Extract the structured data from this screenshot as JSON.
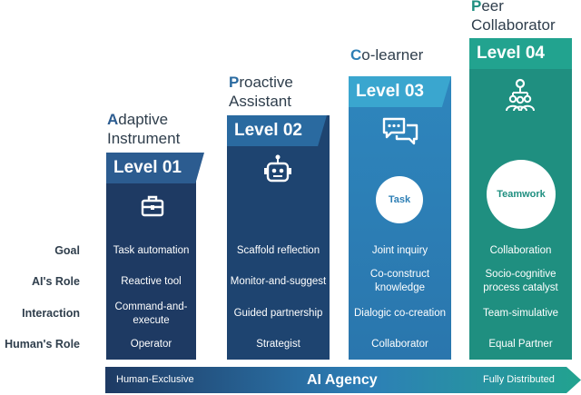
{
  "row_labels": [
    "Goal",
    "AI's Role",
    "Interaction",
    "Human's Role"
  ],
  "levels": [
    {
      "title_first": "A",
      "title_rest": "daptive\nInstrument",
      "level_label": "Level 01",
      "icon": "toolbox-icon",
      "cells": [
        "Task automation",
        "Reactive tool",
        "Command-and-\nexecute",
        "Operator"
      ],
      "colors": {
        "fill": "#1e3a63",
        "level": "#2c5c90",
        "accent": "#2c5c90"
      }
    },
    {
      "title_first": "P",
      "title_rest": "roactive\nAssistant",
      "level_label": "Level 02",
      "icon": "robot-icon",
      "cells": [
        "Scaffold reflection",
        "Monitor-and-suggest",
        "Guided partnership",
        "Strategist"
      ],
      "colors": {
        "fill": "#1e4470",
        "level": "#2a6aa0",
        "accent": "#2a6aa0"
      }
    },
    {
      "title_first": "C",
      "title_rest": "o-learner",
      "level_label": "Level 03",
      "icon": "chat-bubbles-icon",
      "badge": "Task",
      "cells": [
        "Joint inquiry",
        "Co-construct\nknowledge",
        "Dialogic co-creation",
        "Collaborator"
      ],
      "colors": {
        "fill": "#2e7fb5",
        "level": "#3aa6cf",
        "accent": "#2e7fb5"
      }
    },
    {
      "title_first": "P",
      "title_rest": "eer\nCollaborator",
      "level_label": "Level 04",
      "icon": "team-network-icon",
      "badge": "Teamwork",
      "cells": [
        "Collaboration",
        "Socio-cognitive\nprocess catalyst",
        "Team-simulative",
        "Equal Partner"
      ],
      "colors": {
        "fill": "#1f8f80",
        "level": "#22a38f",
        "accent": "#1f8f80"
      }
    }
  ],
  "agency_arrow": {
    "left": "Human-Exclusive",
    "center": "AI Agency",
    "right": "Fully Distributed",
    "colors": [
      "#1e3a63",
      "#2d7fb7",
      "#22a38f"
    ]
  }
}
